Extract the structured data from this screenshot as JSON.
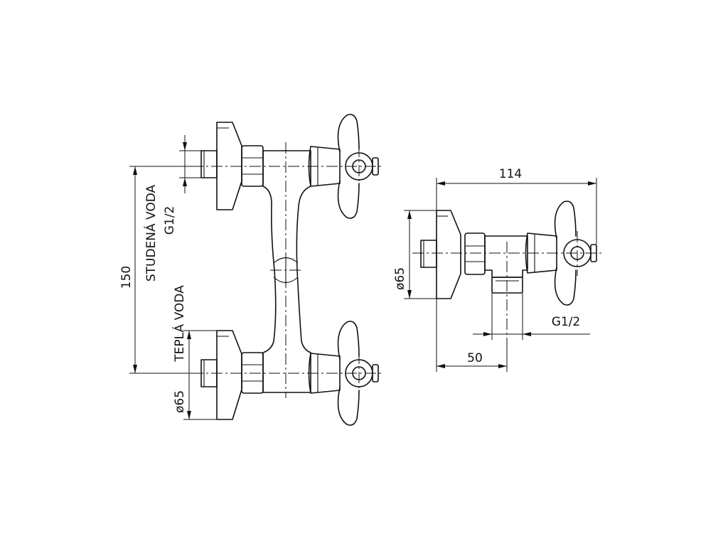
{
  "front_view": {
    "cold_water_label": "STUDENÁ VODA",
    "cold_thread_label": "G1/2",
    "height_dimension": "150",
    "hot_water_label": "TEPLÁ VODA",
    "diameter_label": "ø65"
  },
  "side_view": {
    "depth_dimension": "114",
    "diameter_label": "ø65",
    "outlet_thread_label": "G1/2",
    "outlet_offset_dimension": "50"
  }
}
